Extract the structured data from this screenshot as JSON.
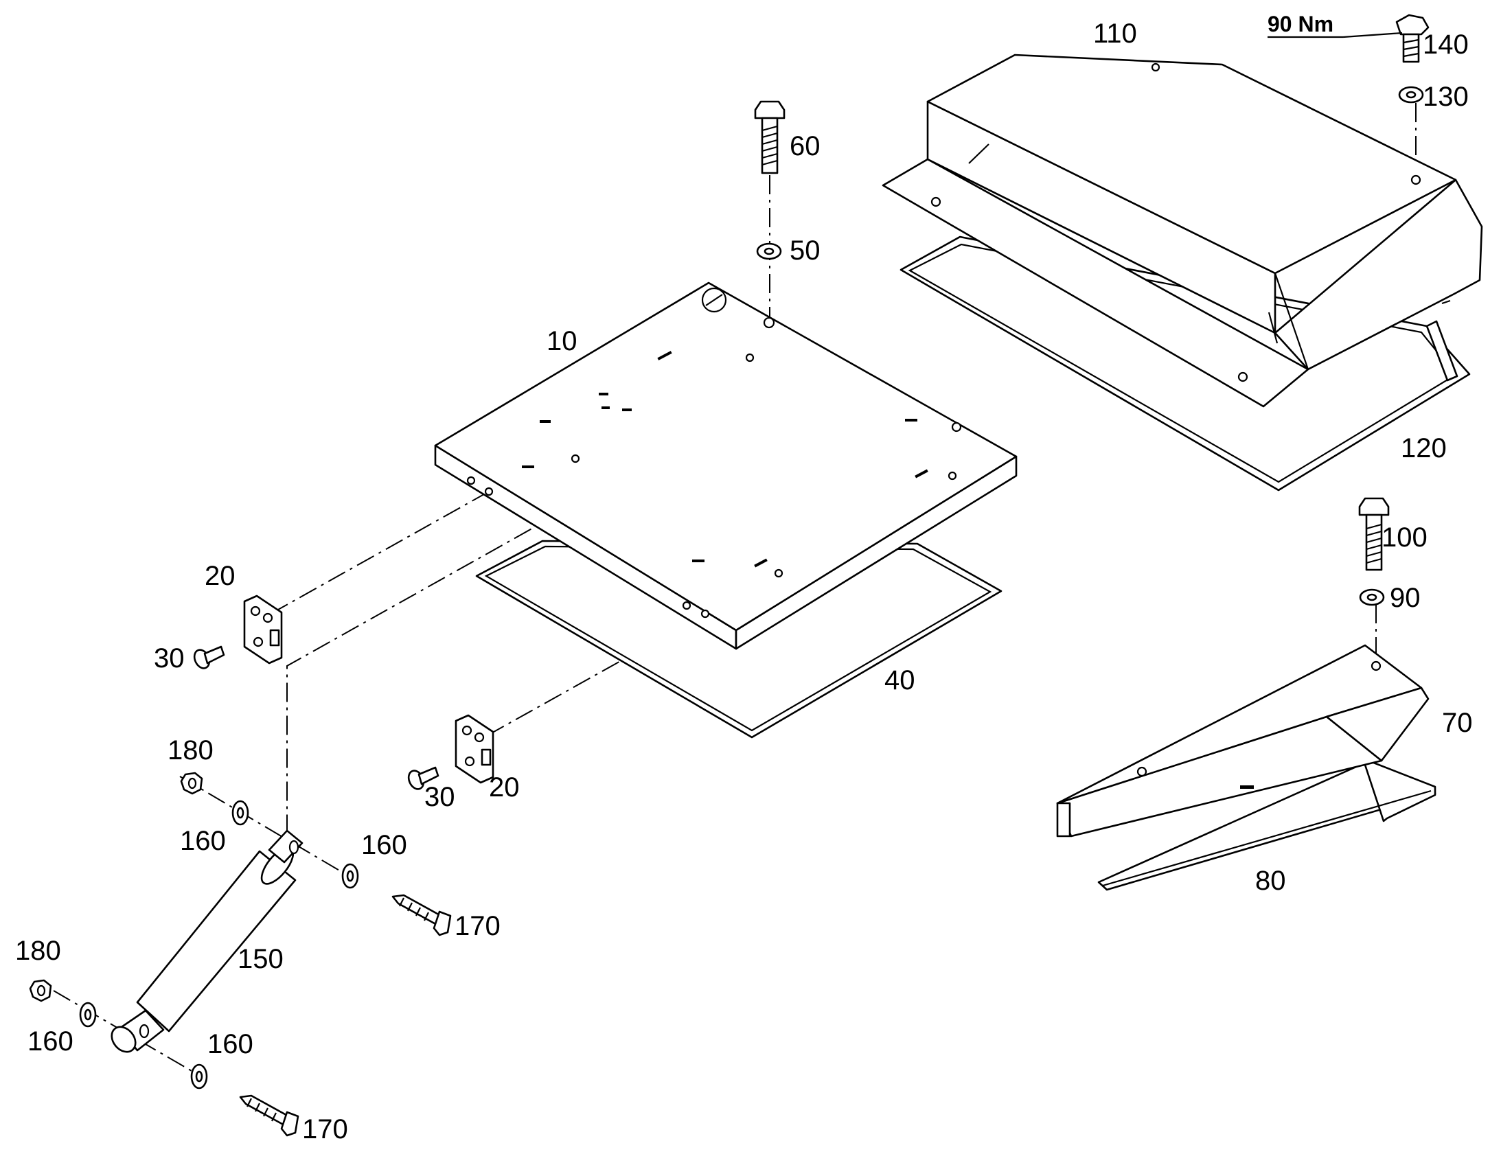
{
  "labels": {
    "p10": "10",
    "p20a": "20",
    "p20b": "20",
    "p30a": "30",
    "p30b": "30",
    "p40": "40",
    "p50": "50",
    "p60": "60",
    "p70": "70",
    "p80": "80",
    "p90": "90",
    "p100": "100",
    "p110": "110",
    "p120": "120",
    "p130": "130",
    "p140": "140",
    "p150": "150",
    "p160a": "160",
    "p160b": "160",
    "p160c": "160",
    "p160d": "160",
    "p170a": "170",
    "p170b": "170",
    "p180a": "180",
    "p180b": "180"
  },
  "torque": "90 Nm"
}
